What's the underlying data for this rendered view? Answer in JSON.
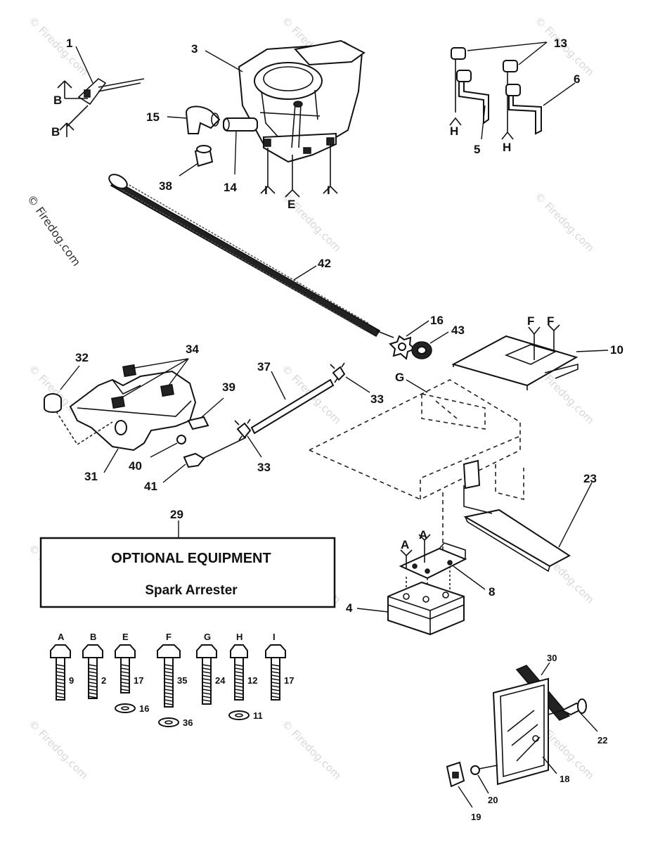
{
  "watermark": "© Firedog.com",
  "callouts": {
    "c1": "1",
    "c3": "3",
    "c13": "13",
    "c6": "6",
    "c5": "5",
    "c15": "15",
    "c14": "14",
    "c38": "38",
    "c42": "42",
    "c16": "16",
    "c43": "43",
    "c10": "10",
    "c32": "32",
    "c34": "34",
    "c37": "37",
    "c39": "39",
    "c33a": "33",
    "c33b": "33",
    "c31": "31",
    "c40": "40",
    "c41": "41",
    "c23": "23",
    "c29": "29",
    "c8": "8",
    "c4": "4",
    "c30": "30",
    "c22": "22",
    "c18": "18",
    "c20": "20",
    "c19": "19"
  },
  "ref_letters": {
    "B1": "B",
    "B2": "B",
    "H1": "H",
    "H2": "H",
    "I1": "I",
    "E1": "E",
    "I2": "I",
    "F1": "F",
    "F2": "F",
    "G1": "G",
    "A1": "A",
    "A2": "A"
  },
  "optional_box": {
    "title": "OPTIONAL EQUIPMENT",
    "subtitle": "Spark Arrester"
  },
  "fasteners": [
    {
      "letter": "A",
      "part": "9",
      "washer": ""
    },
    {
      "letter": "B",
      "part": "2",
      "washer": ""
    },
    {
      "letter": "E",
      "part": "17",
      "washer": "16"
    },
    {
      "letter": "F",
      "part": "35",
      "washer": "36"
    },
    {
      "letter": "G",
      "part": "24",
      "washer": ""
    },
    {
      "letter": "H",
      "part": "12",
      "washer": "11"
    },
    {
      "letter": "I",
      "part": "17",
      "washer": ""
    }
  ]
}
